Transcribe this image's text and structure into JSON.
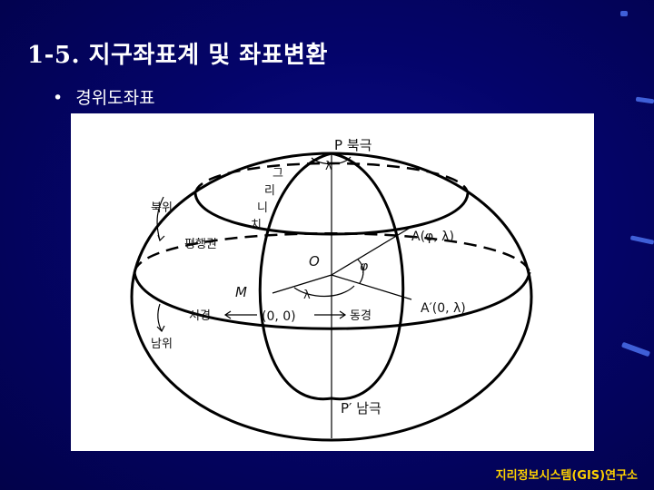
{
  "slide": {
    "title": "1-5. 지구좌표계 및 좌표변환",
    "bullet": "경위도좌표",
    "footer": "지리정보시스템(GIS)연구소"
  },
  "diagram": {
    "north_pole": "P 북극",
    "south_pole": "P′ 남극",
    "greenwich": [
      "그",
      "리",
      "니",
      "치"
    ],
    "latitude_north": "북위",
    "latitude_south": "남위",
    "parallel": "평행권",
    "center": "O",
    "phi": "φ",
    "lambda_top": "λ",
    "lambda_center": "λ",
    "point_m": "M",
    "point_a": "A(φ, λ)",
    "point_a_prime": "A′(0, λ)",
    "origin": "(0, 0)",
    "west": "서경",
    "east": "동경"
  }
}
